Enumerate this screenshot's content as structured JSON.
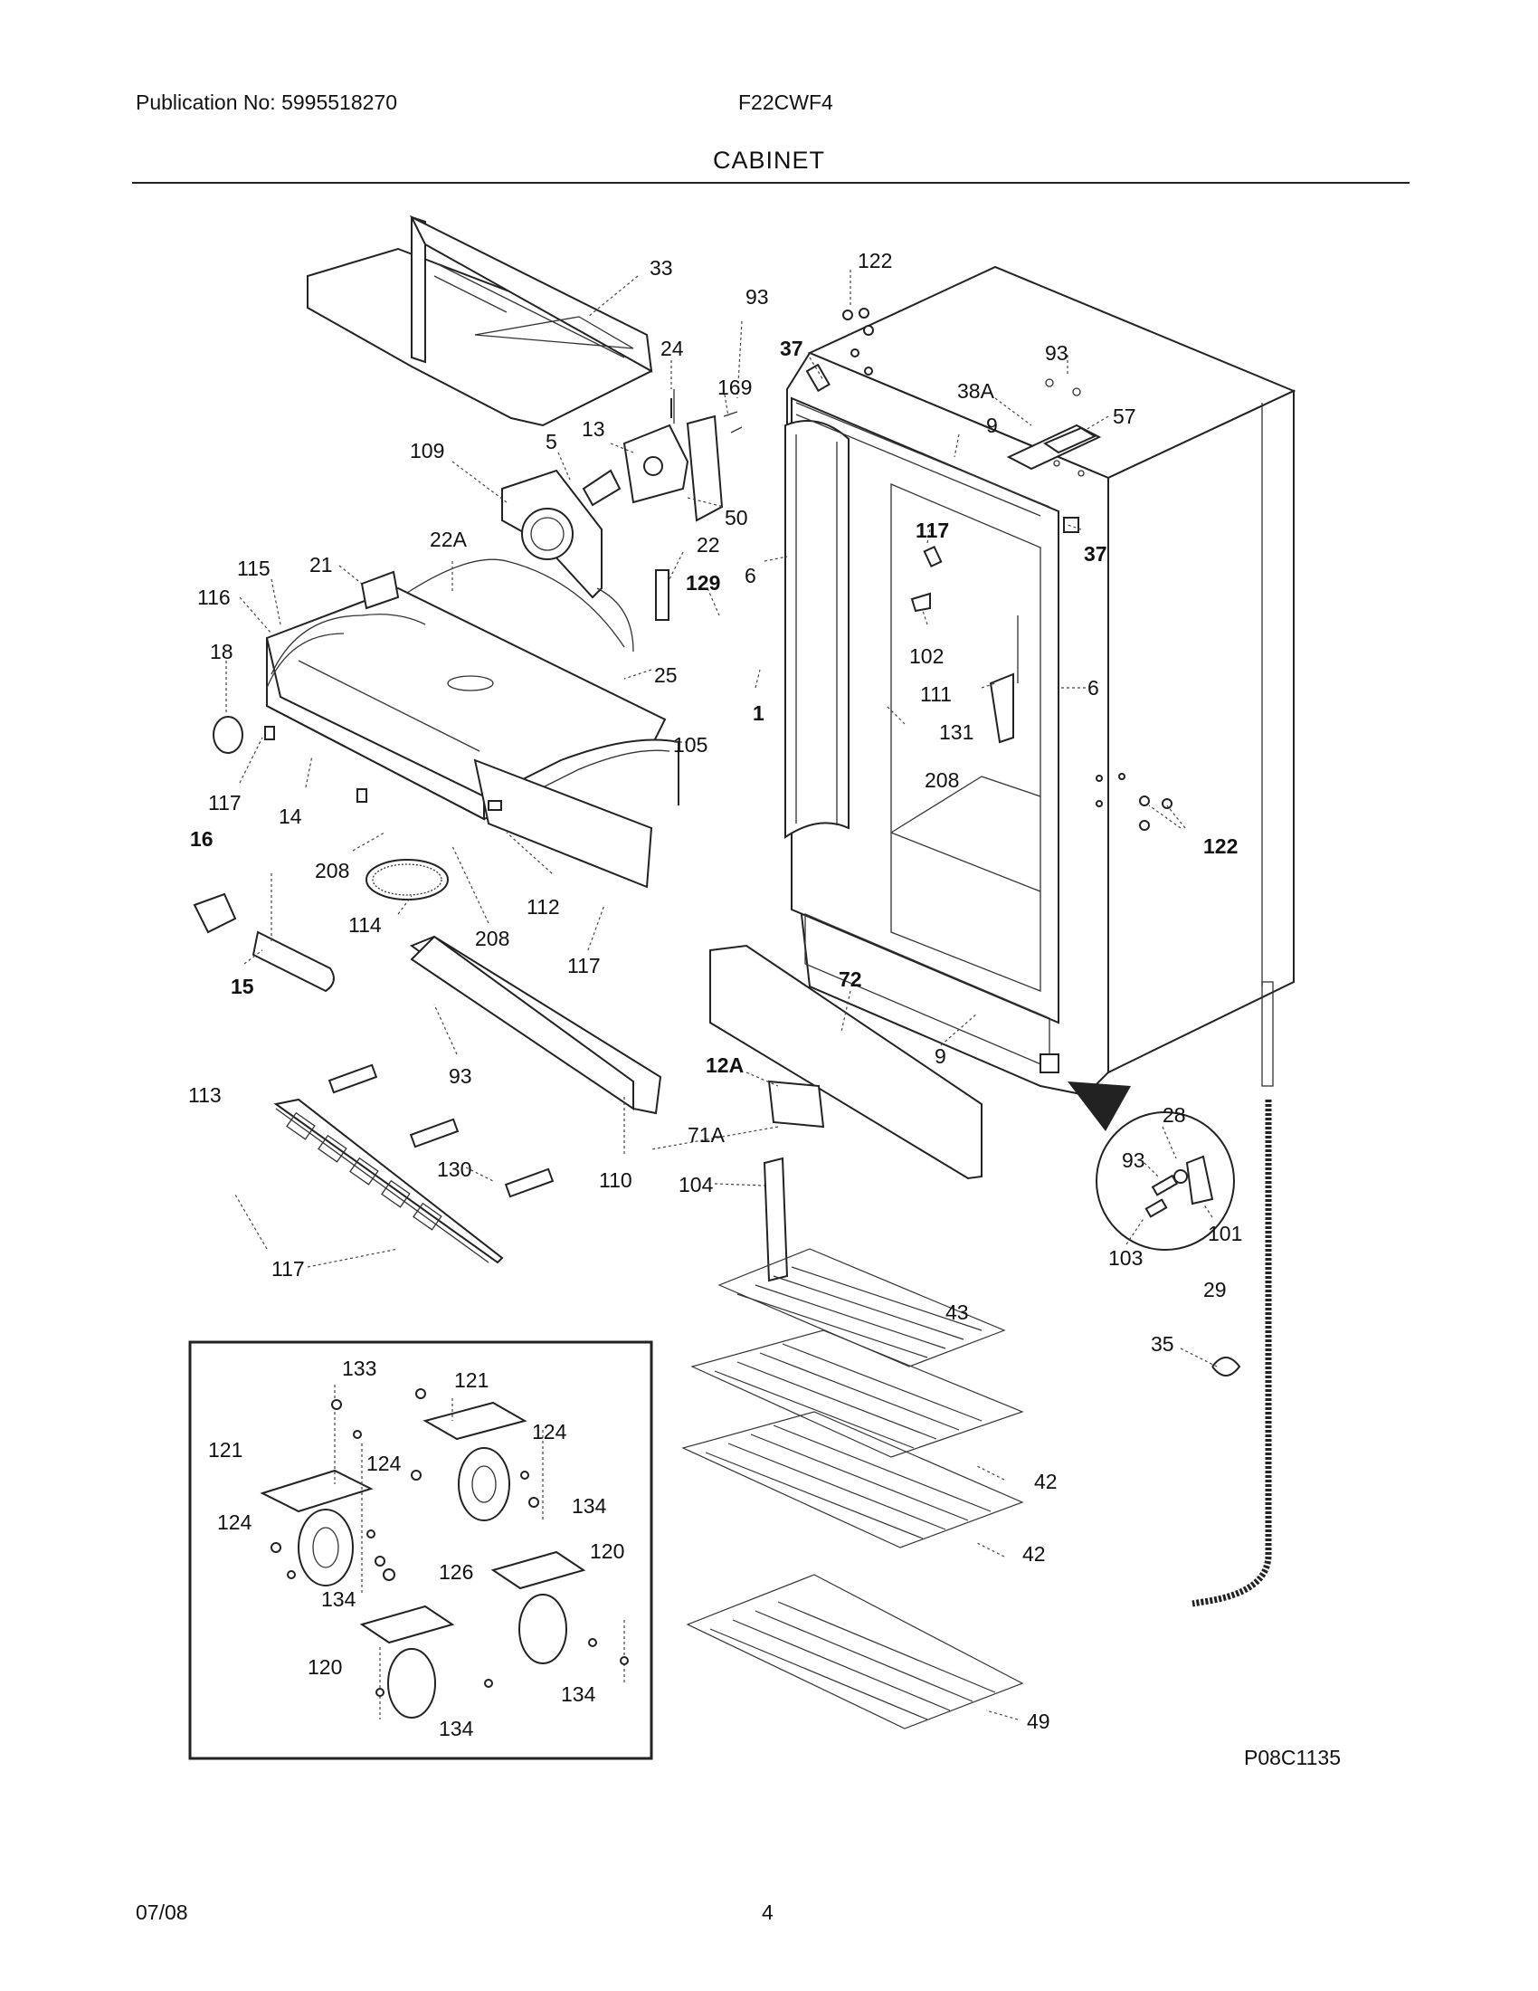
{
  "header": {
    "publication": "Publication No: 5995518270",
    "model": "F22CWF4",
    "section_title": "CABINET"
  },
  "footer": {
    "date": "07/08",
    "page": "4"
  },
  "figure_code": "P08C1135",
  "callouts": {
    "c33": "33",
    "c122a": "122",
    "c24": "24",
    "c93a": "93",
    "c37a": "37",
    "c93b": "93",
    "c169": "169",
    "c38a": "38A",
    "c57": "57",
    "c9a": "9",
    "c109": "109",
    "c5": "5",
    "c13": "13",
    "c50": "50",
    "c117a": "117",
    "c37b": "37",
    "c22a": "22A",
    "c22": "22",
    "c6a": "6",
    "c115": "115",
    "c21": "21",
    "c116": "116",
    "c129": "129",
    "c102": "102",
    "c18": "18",
    "c25": "25",
    "c1": "1",
    "c111": "111",
    "c6b": "6",
    "c131": "131",
    "c105": "105",
    "c117b": "117",
    "c14": "14",
    "c208a": "208",
    "c16": "16",
    "c122b": "122",
    "c208b": "208",
    "c112": "112",
    "c114": "114",
    "c208c": "208",
    "c117c": "117",
    "c15": "15",
    "c72": "72",
    "c93c": "93",
    "c9b": "9",
    "c12a": "12A",
    "c113": "113",
    "c28": "28",
    "c71a": "71A",
    "c93d": "93",
    "c130": "130",
    "c110": "110",
    "c104": "104",
    "c101": "101",
    "c103": "103",
    "c117d": "117",
    "c43": "43",
    "c29": "29",
    "c35": "35",
    "c133": "133",
    "c121a": "121",
    "c124a": "124",
    "c121b": "121",
    "c124b": "124",
    "c134a": "134",
    "c124c": "124",
    "c126": "126",
    "c120a": "120",
    "c134b": "134",
    "c120b": "120",
    "c134c": "134",
    "c134d": "134",
    "c42a": "42",
    "c42b": "42",
    "c49": "49"
  }
}
